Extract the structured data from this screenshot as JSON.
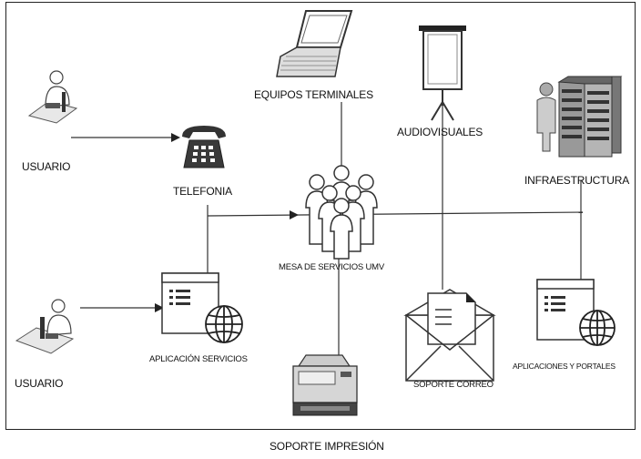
{
  "nodes": {
    "user_top": "USUARIO",
    "telephony": "TELEFONIA",
    "terminals": "EQUIPOS TERMINALES",
    "audiovisual": "AUDIOVISUALES",
    "infrastructure": "INFRAESTRUCTURA",
    "service_desk": "MESA DE SERVICIOS UMV",
    "services_app": "APLICACIÓN SERVICIOS",
    "user_bottom": "USUARIO",
    "print_support": "SOPORTE IMPRESIÓN",
    "mail_support": "SOPORTE CORREO",
    "apps_portals": "APLICACIONES Y PORTALES"
  }
}
